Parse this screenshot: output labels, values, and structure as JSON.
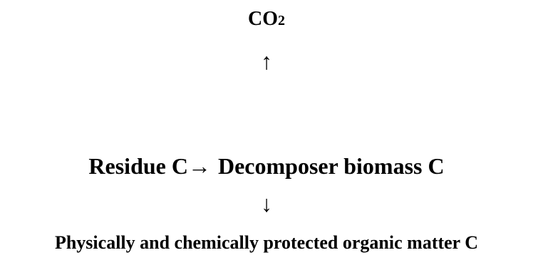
{
  "diagram": {
    "co2": {
      "main": "CO",
      "subscript": "2"
    },
    "arrow_up": "↑",
    "residue": "Residue C",
    "arrow_right": "→",
    "decomposer": "Decomposer biomass C",
    "arrow_down": "↓",
    "protected": "Physically and chemically protected organic matter C"
  }
}
